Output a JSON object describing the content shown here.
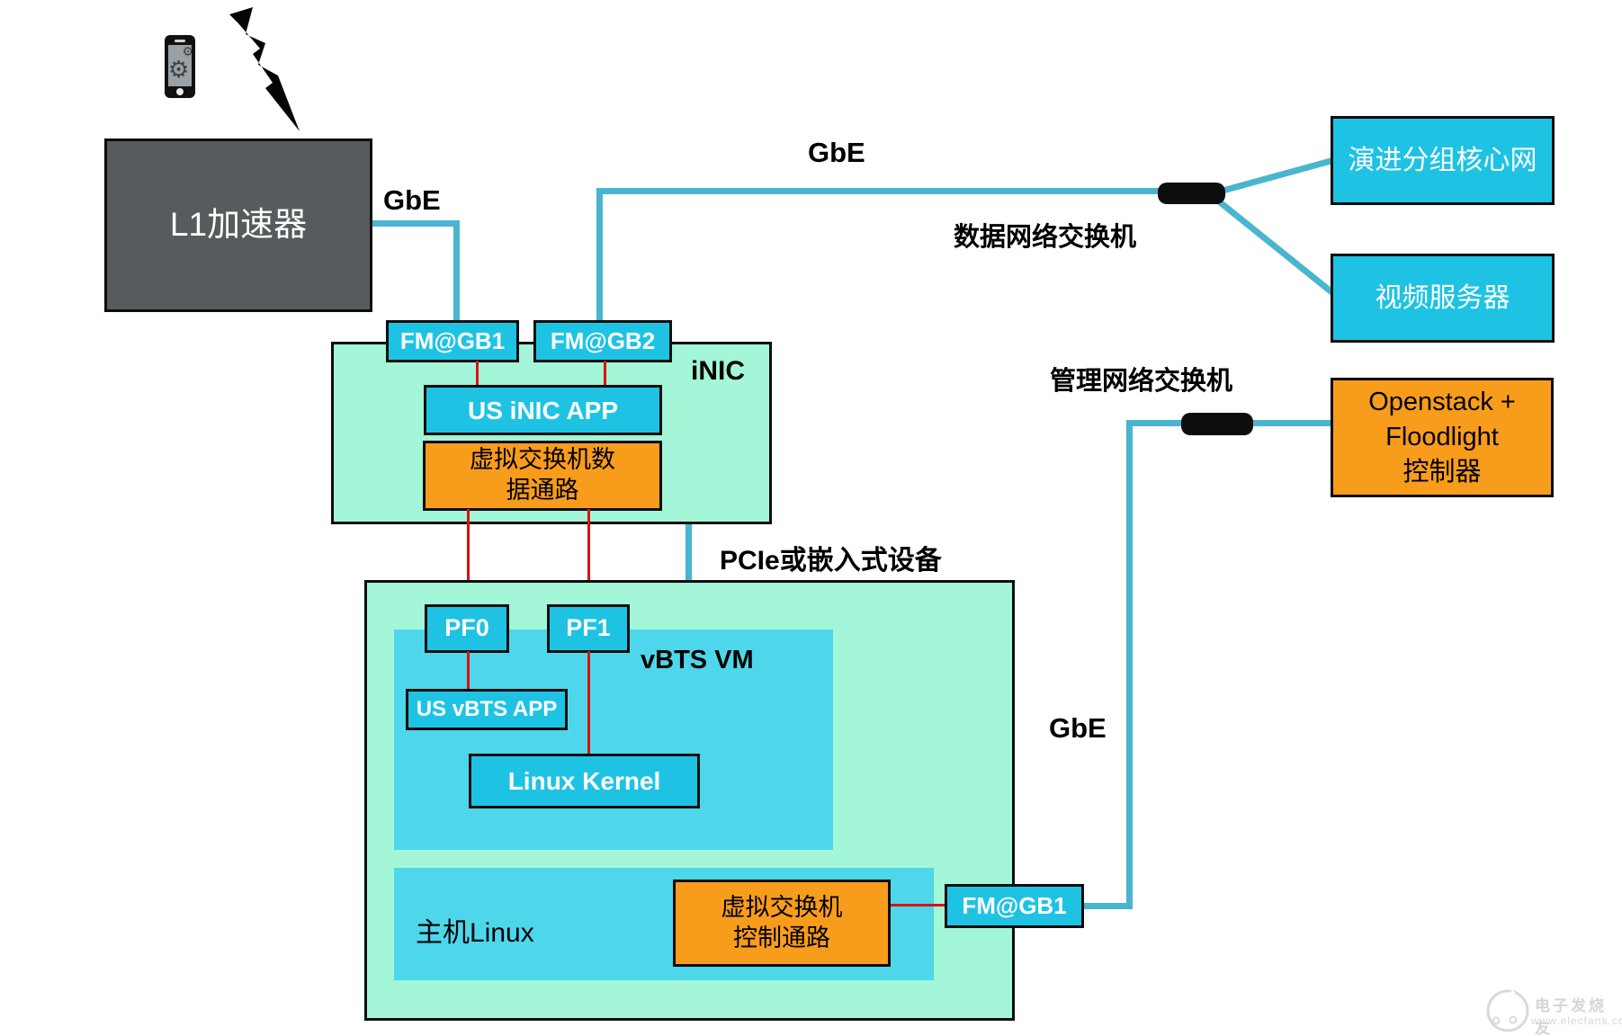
{
  "colors": {
    "mint": "#a3f6d8",
    "cyan": "#1ec3e4",
    "inner_blue": "#4ed7ea",
    "orange": "#f89c1b",
    "dark_gray": "#565c5e",
    "teal_line": "#4ab5cf",
    "red_line": "#dd1111"
  },
  "nodes": {
    "l1_accelerator": {
      "label": "L1加速器"
    },
    "fm_gb1_top": {
      "label": "FM@GB1"
    },
    "fm_gb2_top": {
      "label": "FM@GB2"
    },
    "inic": {
      "label": "iNIC"
    },
    "us_inic_app": {
      "label": "US iNIC APP"
    },
    "vswitch_data_path": {
      "line1": "虚拟交换机数",
      "line2": "据通路"
    },
    "pcie_device": {
      "label": "PCIe或嵌入式设备"
    },
    "vbts_vm": {
      "label": "vBTS VM"
    },
    "pf0": {
      "label": "PF0"
    },
    "pf1": {
      "label": "PF1"
    },
    "us_vbts_app": {
      "label": "US vBTS APP"
    },
    "linux_kernel": {
      "label": "Linux Kernel"
    },
    "host_linux": {
      "label": "主机Linux"
    },
    "vswitch_control_path": {
      "line1": "虚拟交换机",
      "line2": "控制通路"
    },
    "fm_gb1_bottom": {
      "label": "FM@GB1"
    },
    "epc": {
      "label": "演进分组核心网"
    },
    "video_server": {
      "label": "视频服务器"
    },
    "openstack_controller": {
      "line1": "Openstack +",
      "line2": "Floodlight",
      "line3": "控制器"
    }
  },
  "links": {
    "gbe_left": "GbE",
    "gbe_top": "GbE",
    "gbe_right": "GbE",
    "data_switch": "数据网络交换机",
    "mgmt_switch": "管理网络交换机"
  },
  "watermark": {
    "brand": "电子发烧友",
    "url": "www.elecfans.com"
  }
}
